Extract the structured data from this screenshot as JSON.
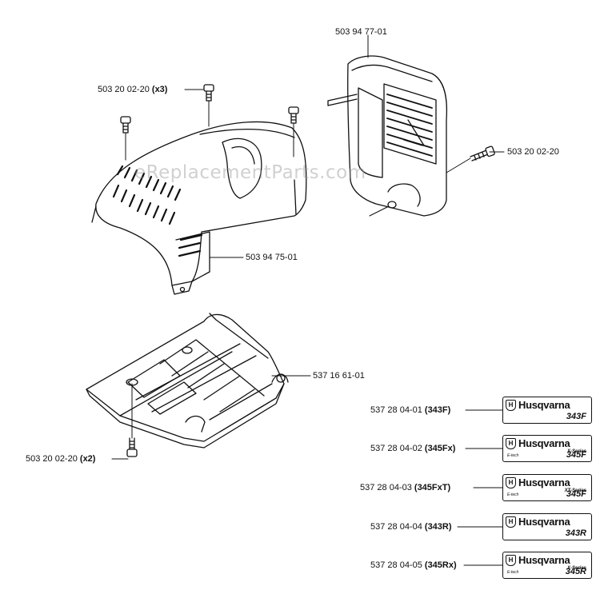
{
  "watermark": "eReplacementParts.com",
  "callouts": {
    "screw_top": {
      "part": "503 20 02-20",
      "qty": "(x3)"
    },
    "air_filter_cover": {
      "part": "503 94 77-01"
    },
    "screw_right": {
      "part": "503 20 02-20"
    },
    "cylinder_cover": {
      "part": "503 94 75-01"
    },
    "bottom_plate": {
      "part": "537 16 61-01"
    },
    "screw_bottom": {
      "part": "503 20 02-20",
      "qty": "(x2)"
    }
  },
  "decals": [
    {
      "part": "537 28 04-01",
      "variant": "(343F)",
      "brand": "Husqvarna",
      "series": "",
      "tag": "",
      "model": "343F"
    },
    {
      "part": "537 28 04-02",
      "variant": "(345Fx)",
      "brand": "Husqvarna",
      "series": "X-Series",
      "tag": "E-tech",
      "model": "345F"
    },
    {
      "part": "537 28 04-03",
      "variant": "(345FxT)",
      "brand": "Husqvarna",
      "series": "XT-Series",
      "tag": "E-tech",
      "model": "345F"
    },
    {
      "part": "537 28 04-04",
      "variant": "(343R)",
      "brand": "Husqvarna",
      "series": "",
      "tag": "",
      "model": "343R"
    },
    {
      "part": "537 28 04-05",
      "variant": "(345Rx)",
      "brand": "Husqvarna",
      "series": "X-Series",
      "tag": "E-tech",
      "model": "345R"
    }
  ]
}
